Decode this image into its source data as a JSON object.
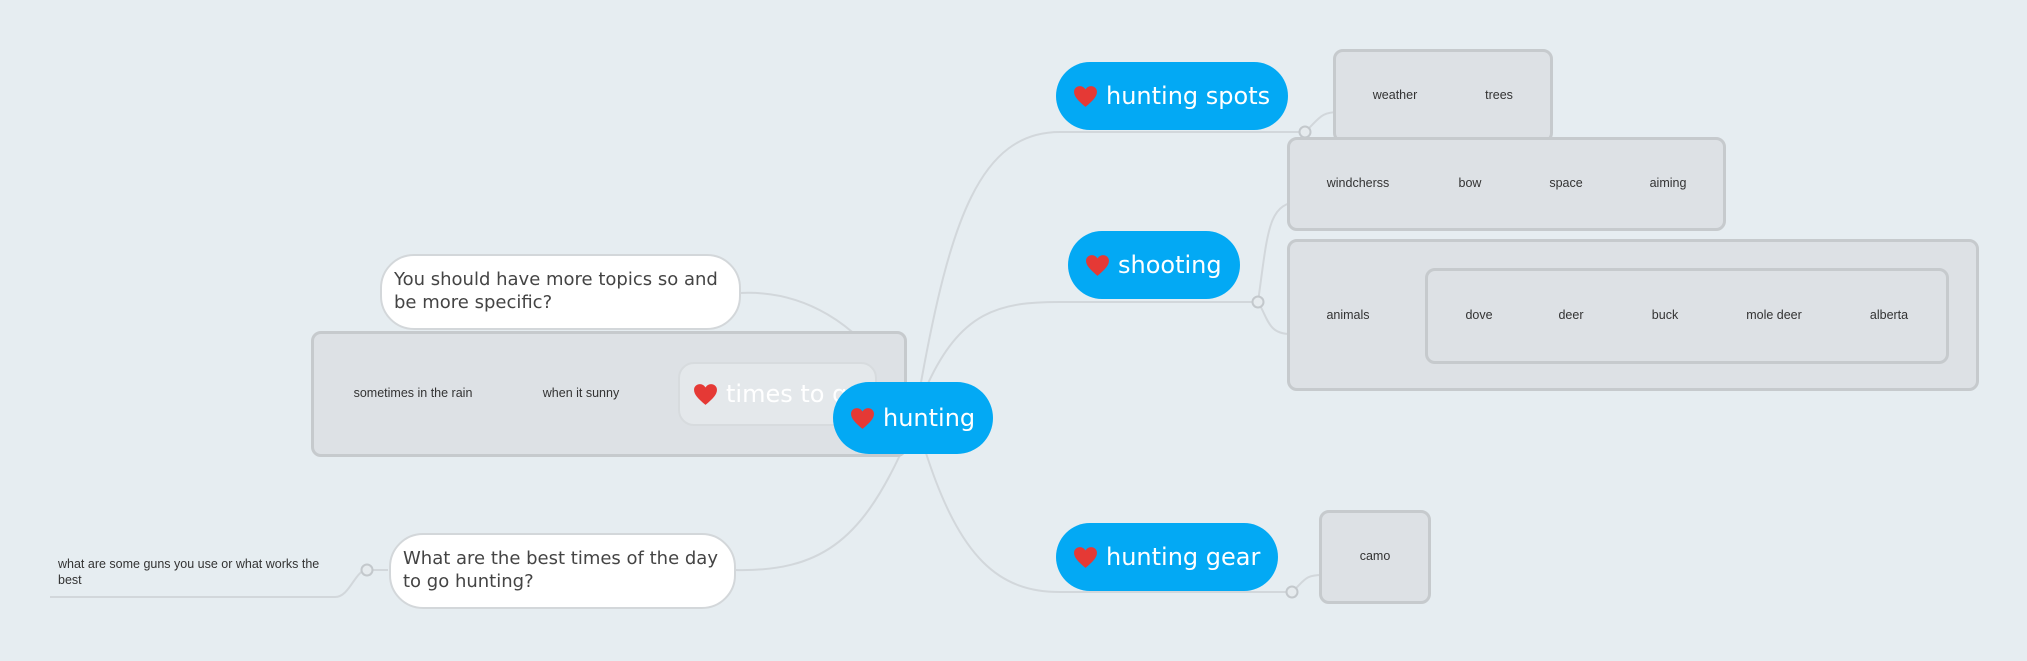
{
  "root": {
    "label": "hunting"
  },
  "branches": {
    "spots": {
      "label": "hunting spots",
      "children": [
        "weather",
        "trees"
      ]
    },
    "shooting": {
      "label": "shooting",
      "skills": [
        "windcherss",
        "bow",
        "space",
        "aiming"
      ],
      "animals": {
        "label": "animals",
        "children": [
          "dove",
          "deer",
          "buck",
          "mole deer",
          "alberta"
        ]
      }
    },
    "gear": {
      "label": "hunting gear",
      "children": [
        "camo"
      ]
    },
    "times": {
      "label": "times to go",
      "children": [
        "sometimes in the rain",
        "when it sunny"
      ]
    }
  },
  "comments": {
    "topics": "You should have more topics so and be more specific?",
    "best_times": "What are the best times of the day to go hunting?",
    "guns": "what are some guns you use or what works the best"
  },
  "colors": {
    "background": "#e6edf1",
    "topic_fill": "#03a9f4",
    "connector": "#d2d7db",
    "group_fill": "#dde1e5",
    "group_border": "#c6cacd",
    "heart": "#e53935"
  },
  "icons": {
    "topic_marker": "heart-icon"
  }
}
